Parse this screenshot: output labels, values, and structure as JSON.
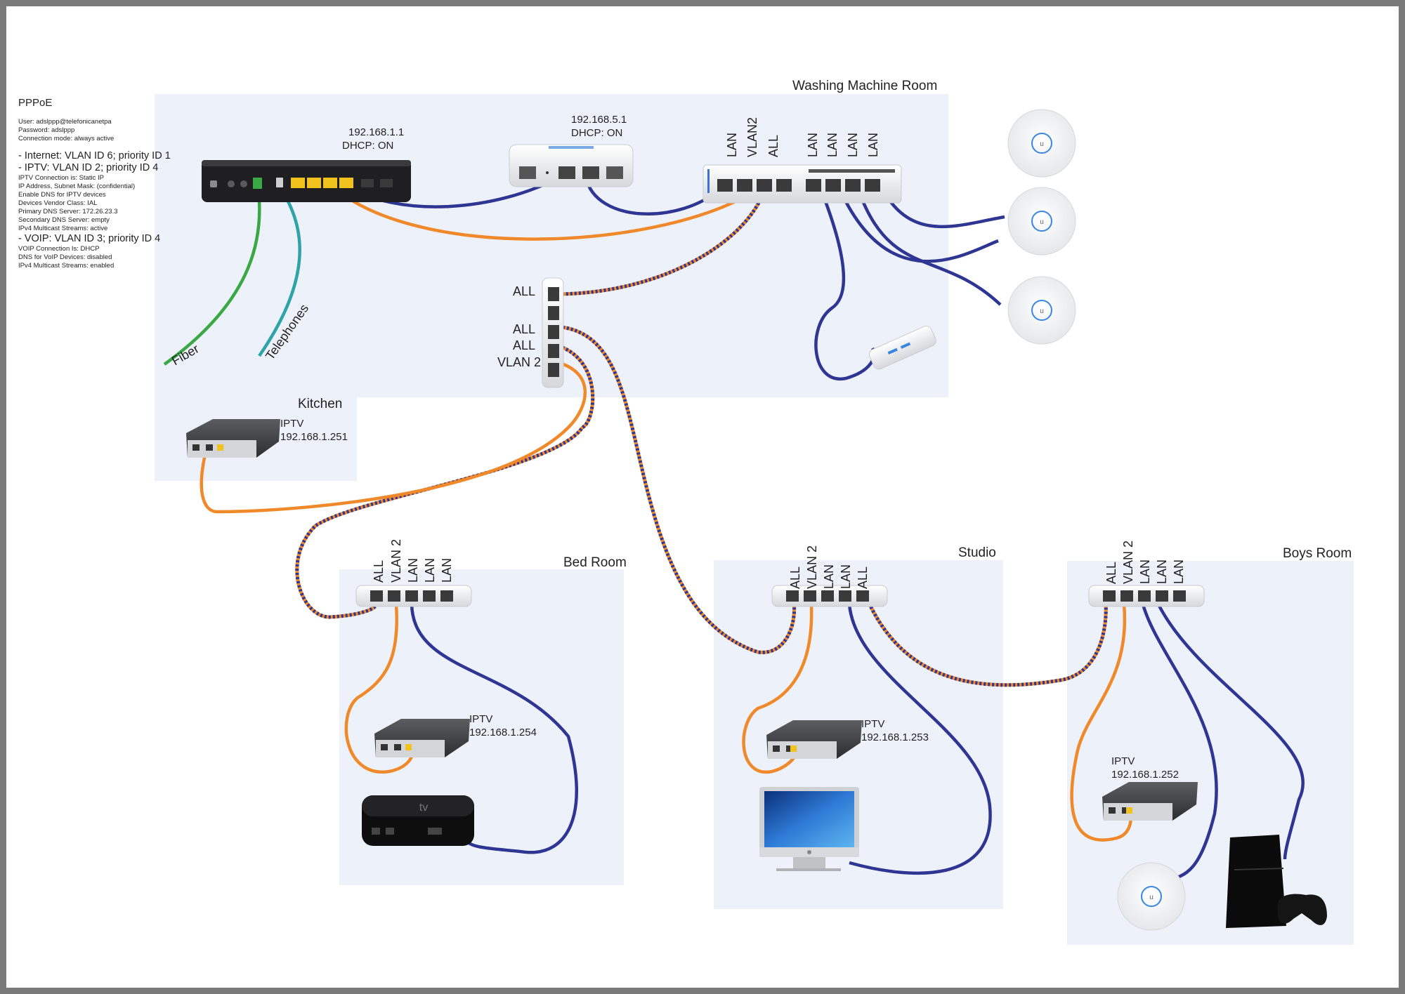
{
  "pppoe": {
    "title": "PPPoE",
    "credentials": [
      "User: adslppp@telefonicanetpa",
      "Password: adslppp",
      "Connection mode: always active"
    ],
    "internet": "- Internet: VLAN ID 6; priority ID 1",
    "iptv": "- IPTV: VLAN ID 2; priority ID 4",
    "iptv_details": [
      "IPTV Connection is: Static IP",
      "IP Address, Subnet Mask: (confidential)",
      "Enable DNS for IPTV devices",
      "Devices Vendor Class: IAL",
      "Primary DNS Server: 172.26.23.3",
      "Secondary DNS Server: empty",
      "IPv4 Multicast Streams: active"
    ],
    "voip": "- VOIP: VLAN ID 3; priority ID 4",
    "voip_details": [
      "VOIP Connection Is: DHCP",
      "DNS for VoIP Devices: disabled",
      "IPv4 Multicast Streams: enabled"
    ]
  },
  "rooms": {
    "washing": "Washing Machine Room",
    "kitchen": "Kitchen",
    "bedroom": "Bed Room",
    "studio": "Studio",
    "boys": "Boys Room"
  },
  "router": {
    "ip": "192.168.1.1",
    "dhcp": "DHCP: ON"
  },
  "gateway": {
    "ip": "192.168.5.1",
    "dhcp": "DHCP: ON"
  },
  "main_switch_ports": [
    "LAN",
    "VLAN2",
    "ALL",
    "LAN",
    "LAN",
    "LAN",
    "LAN"
  ],
  "hub_ports": [
    "ALL",
    "ALL",
    "ALL",
    "VLAN 2"
  ],
  "bedroom_ports": [
    "ALL",
    "VLAN 2",
    "LAN",
    "LAN",
    "LAN"
  ],
  "studio_ports": [
    "ALL",
    "VLAN 2",
    "LAN",
    "LAN",
    "ALL"
  ],
  "boys_ports": [
    "ALL",
    "VLAN 2",
    "LAN",
    "LAN",
    "LAN"
  ],
  "cables": {
    "fiber": "Fiber",
    "telephones": "Telephones"
  },
  "iptv": {
    "kitchen": {
      "label": "IPTV",
      "ip": "192.168.1.251"
    },
    "bedroom": {
      "label": "IPTV",
      "ip": "192.168.1.254"
    },
    "studio": {
      "label": "IPTV",
      "ip": "192.168.1.253"
    },
    "boys": {
      "label": "IPTV",
      "ip": "192.168.1.252"
    }
  },
  "colors": {
    "vlan_orange": "#f0892a",
    "lan_blue": "#2e3592",
    "fiber_green": "#3aa845",
    "phone_teal": "#2ea3a8",
    "room_bg": "#edf1f9"
  }
}
